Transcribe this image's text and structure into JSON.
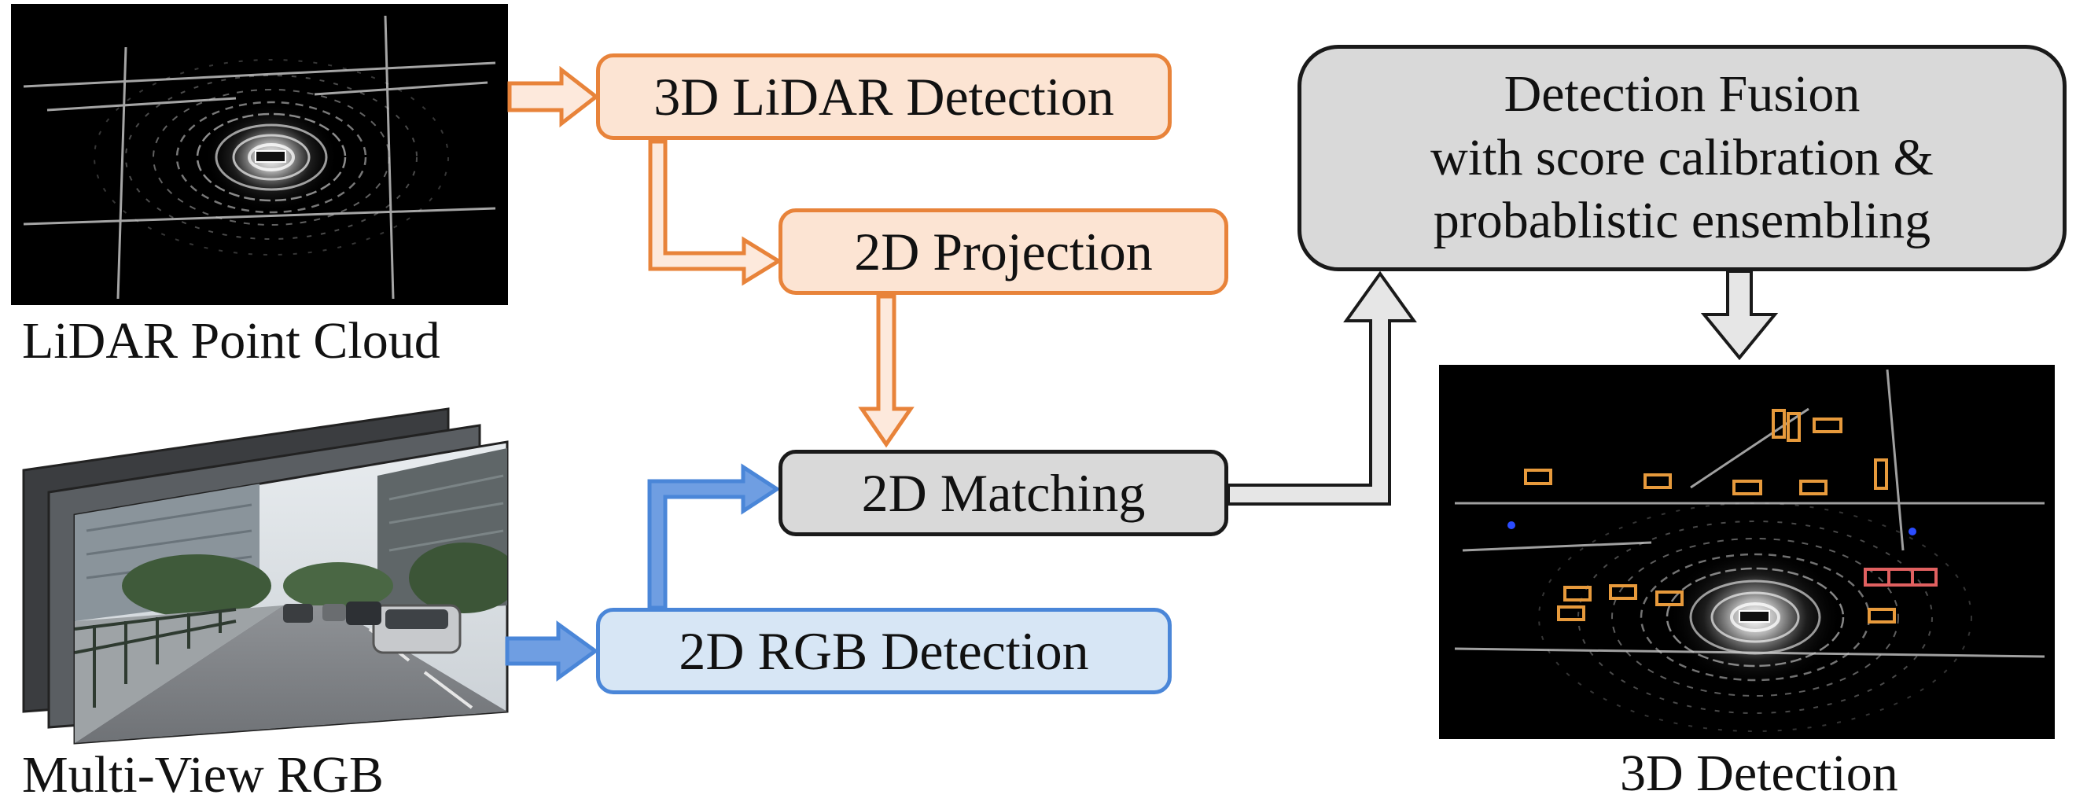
{
  "inputs": {
    "lidar_caption": "LiDAR Point Cloud",
    "rgb_caption": "Multi-View RGB"
  },
  "boxes": {
    "lidar_detection": "3D LiDAR Detection",
    "projection": "2D Projection",
    "matching": "2D Matching",
    "rgb_detection": "2D RGB Detection",
    "fusion_line1": "Detection Fusion",
    "fusion_line2": "with score calibration &",
    "fusion_line3": "probablistic ensembling"
  },
  "output": {
    "caption": "3D Detection"
  },
  "colors": {
    "orange_border": "#e8833a",
    "orange_fill": "#fce4d3",
    "blue_border": "#4a86d8",
    "blue_fill": "#d7e6f5",
    "gray_border": "#1a1a1a",
    "gray_fill": "#d9d9d9",
    "box_orange": "#e79a3c",
    "box_red": "#e06060"
  }
}
